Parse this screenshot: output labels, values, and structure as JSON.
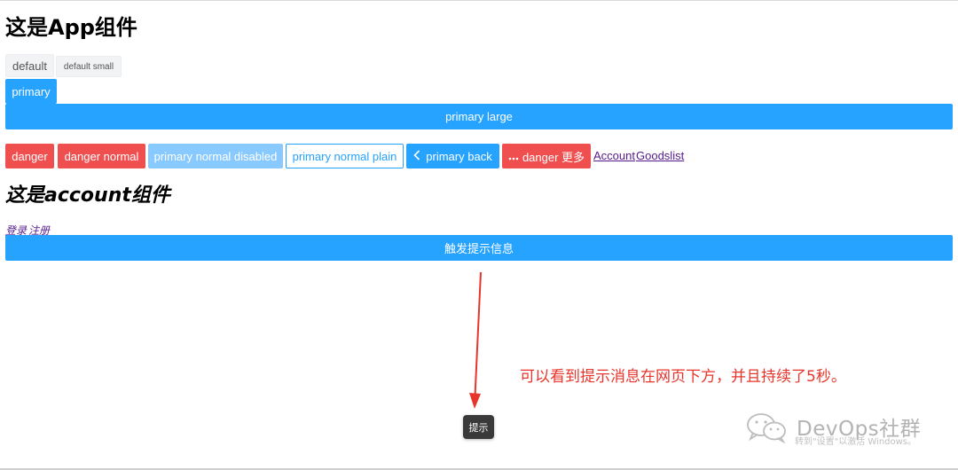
{
  "app": {
    "heading": "这是App组件",
    "buttons": {
      "default": "default",
      "default_small": "default small",
      "primary": "primary",
      "primary_large": "primary large",
      "danger": "danger",
      "danger_normal": "danger normal",
      "primary_normal_disabled": "primary normal disabled",
      "primary_normal_plain": "primary normal plain",
      "primary_back": "primary back",
      "danger_more": "danger 更多"
    },
    "links": {
      "account": "Account",
      "goodslist": "Goodslist"
    }
  },
  "account": {
    "heading": "这是account组件",
    "links": {
      "login": "登录",
      "register": "注册"
    },
    "trigger_button": "触发提示信息"
  },
  "annotation": "可以看到提示消息在网页下方，并且持续了5秒。",
  "toast": "提示",
  "watermark": {
    "brand": "DevOps社群",
    "subtext": "转到\"设置\"以激活 Windows。"
  },
  "icons": {
    "back": "chevron-left-icon",
    "more": "more-dots-icon",
    "arrow": "red-arrow-annotation",
    "wechat": "wechat-logo-icon"
  },
  "colors": {
    "primary": "#26a2ff",
    "danger": "#ef4f4f",
    "disabled": "#7cc4ff",
    "annotation": "#e8352b",
    "toast": "#3a3a3a"
  }
}
